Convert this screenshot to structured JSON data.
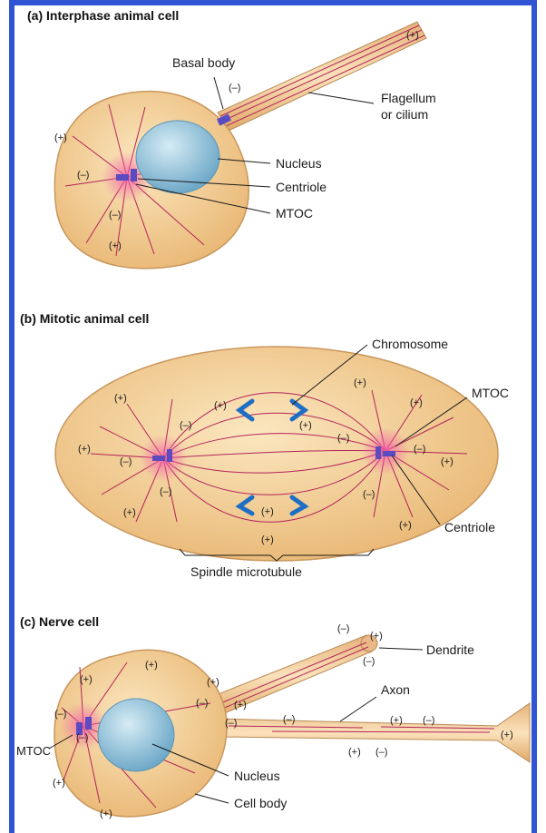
{
  "panels": {
    "a": {
      "title": "(a) Interphase animal cell",
      "labels": {
        "basal_body": "Basal body",
        "flagellum_1": "Flagellum",
        "flagellum_2": "or cilium",
        "nucleus": "Nucleus",
        "centriole": "Centriole",
        "mtoc": "MTOC"
      }
    },
    "b": {
      "title": "(b) Mitotic animal cell",
      "labels": {
        "chromosome": "Chromosome",
        "mtoc": "MTOC",
        "centriole": "Centriole",
        "spindle": "Spindle microtubule"
      }
    },
    "c": {
      "title": "(c) Nerve cell",
      "labels": {
        "dendrite": "Dendrite",
        "axon": "Axon",
        "mtoc": "MTOC",
        "nucleus": "Nucleus",
        "cell_body": "Cell body"
      }
    }
  },
  "signs": {
    "plus": "(+)",
    "minus": "(–)"
  },
  "colors": {
    "border": "#2f55d4",
    "cytoplasm": "#f2cf96",
    "nucleus": "#8fc3dd",
    "microtubule": "#b3245a",
    "centriole": "#5a4bc0",
    "chromosome": "#1e6fc4",
    "mtoc_glow": "#f25fa5"
  }
}
